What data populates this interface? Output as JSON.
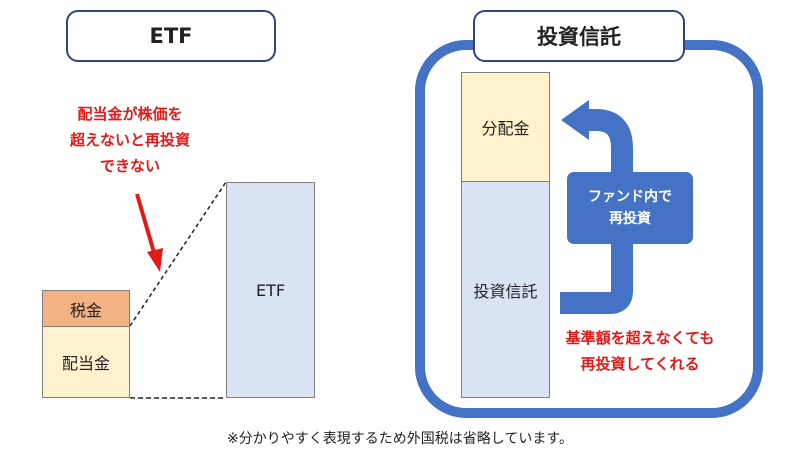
{
  "left": {
    "title": "ETF",
    "tax_label": "税金",
    "dividend_label": "配当金",
    "etf_label": "ETF",
    "note": [
      "配当金が株価を",
      "超えないと再投資",
      "できない"
    ]
  },
  "right": {
    "title": "投資信託",
    "dividend_label": "分配金",
    "fund_label": "投資信託",
    "badge": [
      "ファンド内で",
      "再投資"
    ],
    "note": [
      "基準額を超えなくても",
      "再投資してくれる"
    ]
  },
  "footnote": "※分かりやすく表現するため外国税は省略しています。",
  "colors": {
    "frame_blue": "#4472c4",
    "title_border": "#2f4778",
    "tax": "#f4b183",
    "dividend": "#fff2cc",
    "fund": "#dae3f3",
    "red": "#e21a1a"
  }
}
